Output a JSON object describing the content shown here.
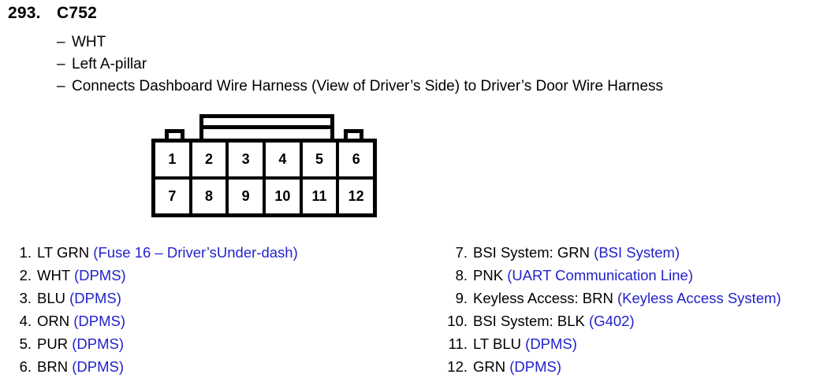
{
  "header": {
    "number": "293.",
    "connector_id": "C752",
    "attributes": [
      "WHT",
      "Left A-pillar",
      "Connects Dashboard Wire Harness (View of Driver’s Side) to Driver’s Door Wire Harness"
    ],
    "dash": "–"
  },
  "connector": {
    "top_row": [
      "1",
      "2",
      "3",
      "4",
      "5",
      "6"
    ],
    "bottom_row": [
      "7",
      "8",
      "9",
      "10",
      "11",
      "12"
    ]
  },
  "colors": {
    "source_text": "#2222cc",
    "primary_text": "#000000",
    "outline": "#000000"
  },
  "pins_left": [
    {
      "index": "1.",
      "desc": "LT GRN",
      "source": "(Fuse 16 – Driver’sUnder-dash)"
    },
    {
      "index": "2.",
      "desc": "WHT",
      "source": "(DPMS)"
    },
    {
      "index": "3.",
      "desc": "BLU",
      "source": "(DPMS)"
    },
    {
      "index": "4.",
      "desc": "ORN",
      "source": "(DPMS)"
    },
    {
      "index": "5.",
      "desc": "PUR",
      "source": "(DPMS)"
    },
    {
      "index": "6.",
      "desc": "BRN",
      "source": "(DPMS)"
    }
  ],
  "pins_right": [
    {
      "index": "7.",
      "desc": "BSI System: GRN",
      "source": "(BSI System)"
    },
    {
      "index": "8.",
      "desc": "PNK",
      "source": "(UART Communication Line)"
    },
    {
      "index": "9.",
      "desc": "Keyless Access: BRN",
      "source": "(Keyless Access System)"
    },
    {
      "index": "10.",
      "desc": "BSI System: BLK",
      "source": "(G402)"
    },
    {
      "index": "11.",
      "desc": "LT BLU",
      "source": "(DPMS)"
    },
    {
      "index": "12.",
      "desc": "GRN",
      "source": "(DPMS)"
    }
  ]
}
